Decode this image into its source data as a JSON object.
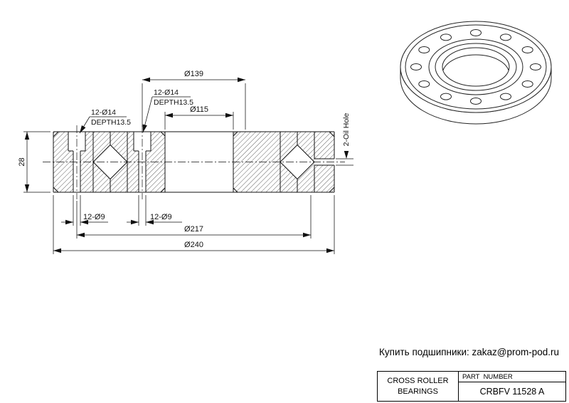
{
  "contact": {
    "text": "Купить подшипники: zakaz@prom-pod.ru"
  },
  "title_block": {
    "name_line1": "CROSS ROLLER",
    "name_line2": "BEARINGS",
    "part_number_label": "PART  NUMBER",
    "part_number": "CRBFV 11528 A"
  },
  "drawing": {
    "dims": {
      "outer_diameter": "Ø240",
      "outer_bolt_circle": "Ø217",
      "inner_bolt_circle": "Ø139",
      "bore_diameter": "Ø115",
      "height": "28",
      "outer_mount_holes": "12-Ø14",
      "outer_mount_holes_depth": "DEPTH13.5",
      "inner_mount_holes": "12-Ø14",
      "inner_mount_holes_depth": "DEPTH13.5",
      "outer_through_holes": "12-Ø9",
      "inner_through_holes": "12-Ø9",
      "oil_hole": "2-Oil Hole"
    }
  }
}
